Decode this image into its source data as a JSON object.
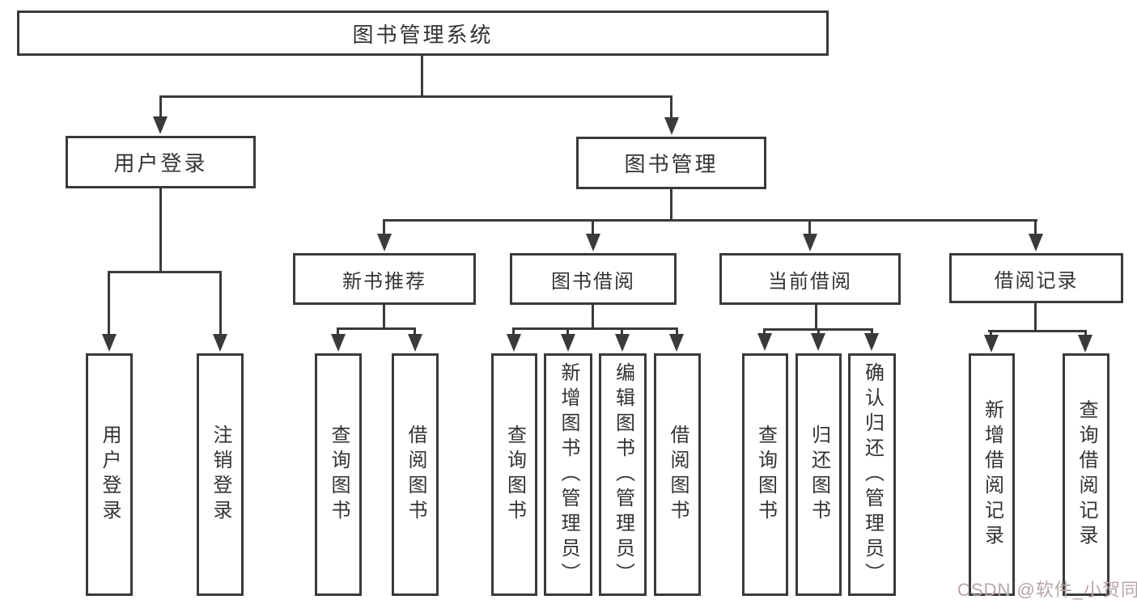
{
  "nodes": {
    "root": "图书管理系统",
    "user_login": "用户登录",
    "book_management": "图书管理",
    "new_book_recommend": "新书推荐",
    "book_borrow": "图书借阅",
    "current_borrow": "当前借阅",
    "borrow_records": "借阅记录",
    "leaf_user_login": "用户登录",
    "leaf_logout": "注销登录",
    "leaf_nb_query": "查询图书",
    "leaf_nb_borrow": "借阅图书",
    "leaf_bb_query": "查询图书",
    "leaf_bb_add": "新增图书（管理员）",
    "leaf_bb_edit": "编辑图书（管理员）",
    "leaf_bb_borrow": "借阅图书",
    "leaf_cb_query": "查询图书",
    "leaf_cb_return": "归还图书",
    "leaf_cb_confirm": "确认归还（管理员）",
    "leaf_br_add": "新增借阅记录",
    "leaf_br_query": "查询借阅记录"
  },
  "watermark": "CSDN @软件_小贺同学",
  "colors": {
    "line": "#3a3a3a",
    "text": "#333333",
    "watermark": "#b7a5a5"
  }
}
